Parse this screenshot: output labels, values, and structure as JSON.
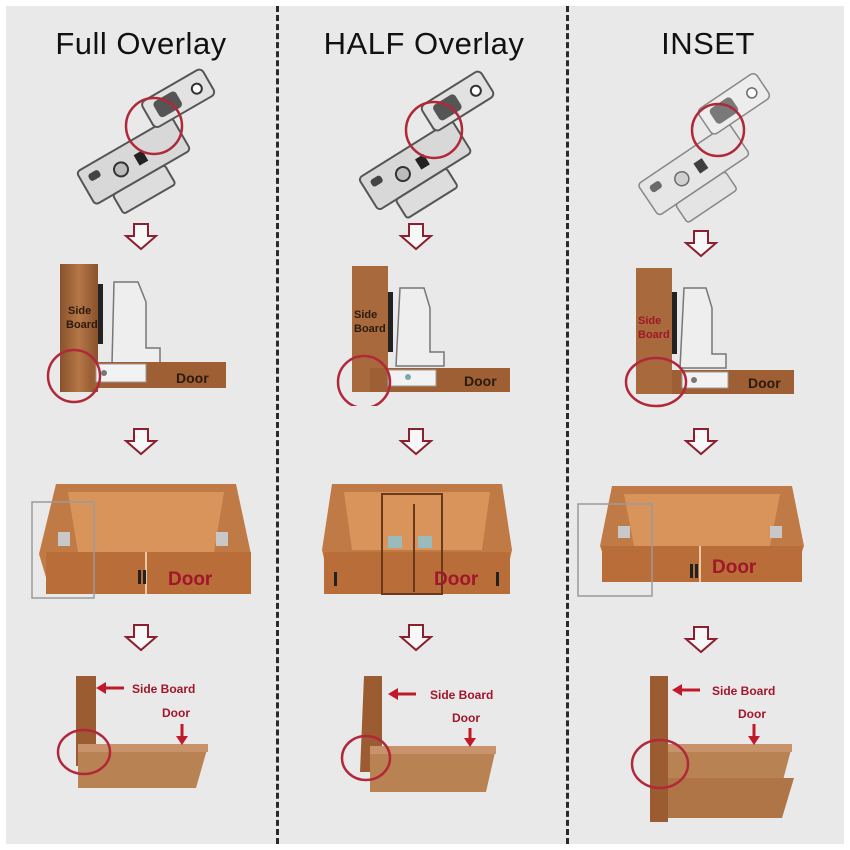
{
  "columns": [
    {
      "id": "full-overlay",
      "title": "Full Overlay",
      "stage2": {
        "side_board_line1": "Side",
        "side_board_line2": "Board",
        "door": "Door"
      },
      "stage3": {
        "door": "Door"
      },
      "stage4": {
        "side_board": "Side Board",
        "door": "Door"
      }
    },
    {
      "id": "half-overlay",
      "title": "HALF Overlay",
      "stage2": {
        "side_board_line1": "Side",
        "side_board_line2": "Board",
        "door": "Door"
      },
      "stage3": {
        "door": "Door"
      },
      "stage4": {
        "side_board": "Side Board",
        "door": "Door"
      }
    },
    {
      "id": "inset",
      "title": "INSET",
      "stage2": {
        "side_board_line1": "Side",
        "side_board_line2": "Board",
        "door": "Door"
      },
      "stage3": {
        "door": "Door"
      },
      "stage4": {
        "side_board": "Side Board",
        "door": "Door"
      }
    }
  ],
  "colors": {
    "background": "#e9e9e9",
    "wood": "#a86a3c",
    "wood_dark": "#7a4522",
    "highlight_circle": "#b0283a",
    "label_red": "#a0162a",
    "label_dark": "#2b1a0e",
    "arrow_outline": "#8a2030"
  }
}
